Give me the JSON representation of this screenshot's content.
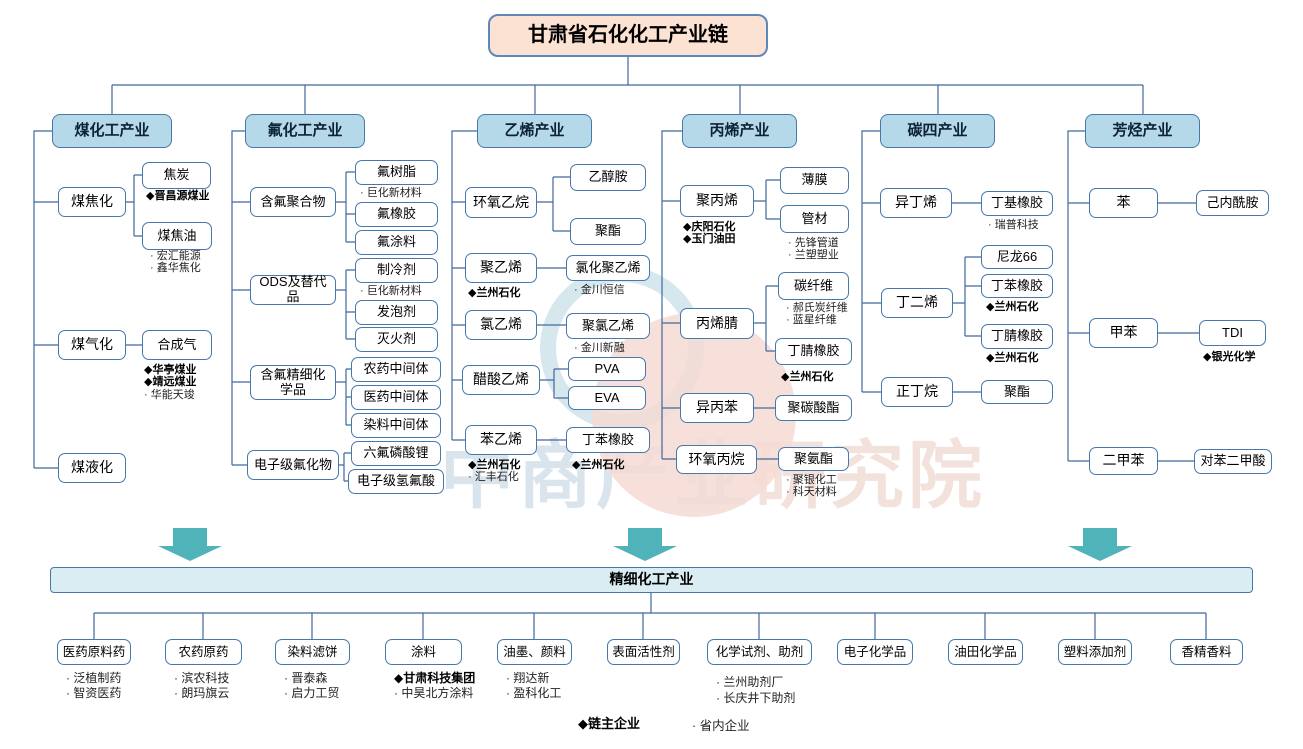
{
  "title": "甘肃省石化化工产业链",
  "band": "精细化工产业",
  "watermark": {
    "left": "中商产业",
    "right": "研究院"
  },
  "legend": {
    "chain_leader": "◆链主企业",
    "provincial": "· 省内企业"
  },
  "colors": {
    "accent_border": "#4678ac",
    "header_fill": "#b5d9e8",
    "title_fill": "#fbe2d3",
    "band_fill": "#d9edf2",
    "arrow_teal": "#4fb3b9",
    "line": "#41689e",
    "watermark_blue": "#c9dae5",
    "watermark_red": "#eed5cd"
  },
  "columns": {
    "coal": {
      "header": "煤化工产业",
      "coking": {
        "label": "煤焦化"
      },
      "coke": {
        "label": "焦炭",
        "companies": [
          "◆晋昌源煤业"
        ]
      },
      "coal_tar": {
        "label": "煤焦油",
        "companies": [
          "· 宏汇能源",
          "· 鑫华焦化"
        ]
      },
      "gasification": {
        "label": "煤气化"
      },
      "syngas": {
        "label": "合成气",
        "companies": [
          "◆华亭煤业",
          "◆靖远煤业",
          "· 华能天竣"
        ]
      },
      "liquefaction": {
        "label": "煤液化"
      }
    },
    "fluorine": {
      "header": "氟化工产业",
      "polymers": {
        "label": "含氟聚合物"
      },
      "resin": {
        "label": "氟树脂",
        "companies": [
          "· 巨化新材料"
        ]
      },
      "rubber": {
        "label": "氟橡胶"
      },
      "coating": {
        "label": "氟涂料"
      },
      "ods": {
        "label": "ODS及替代品"
      },
      "refrigerant": {
        "label": "制冷剂",
        "companies": [
          "· 巨化新材料"
        ]
      },
      "foaming": {
        "label": "发泡剂"
      },
      "extinguishing": {
        "label": "灭火剂"
      },
      "fine": {
        "label": "含氟精细化学品"
      },
      "pesticide_int": {
        "label": "农药中间体"
      },
      "pharma_int": {
        "label": "医药中间体"
      },
      "dye_int": {
        "label": "染料中间体"
      },
      "electronic": {
        "label": "电子级氟化物"
      },
      "lipf6": {
        "label": "六氟磷酸锂"
      },
      "hf": {
        "label": "电子级氢氟酸"
      }
    },
    "ethylene": {
      "header": "乙烯产业",
      "eo": {
        "label": "环氧乙烷"
      },
      "ethanolamine": {
        "label": "乙醇胺"
      },
      "polyester": {
        "label": "聚酯"
      },
      "pe": {
        "label": "聚乙烯",
        "companies": [
          "◆兰州石化"
        ]
      },
      "cpe": {
        "label": "氯化聚乙烯",
        "companies": [
          "· 金川恒信"
        ]
      },
      "vcm": {
        "label": "氯乙烯"
      },
      "pvc": {
        "label": "聚氯乙烯",
        "companies": [
          "· 金川新融"
        ]
      },
      "vam": {
        "label": "醋酸乙烯"
      },
      "pva": {
        "label": "PVA"
      },
      "eva": {
        "label": "EVA"
      },
      "styrene": {
        "label": "苯乙烯",
        "companies": [
          "◆兰州石化",
          "· 汇丰石化"
        ]
      },
      "sbr": {
        "label": "丁苯橡胶",
        "companies": [
          "◆兰州石化"
        ]
      }
    },
    "propylene": {
      "header": "丙烯产业",
      "pp": {
        "label": "聚丙烯",
        "companies": [
          "◆庆阳石化",
          "◆玉门油田"
        ]
      },
      "film": {
        "label": "薄膜"
      },
      "pipe": {
        "label": "管材",
        "companies": [
          "· 先锋管道",
          "· 兰塑塑业"
        ]
      },
      "acrylonitrile": {
        "label": "丙烯腈"
      },
      "carbon_fiber": {
        "label": "碳纤维",
        "companies": [
          "· 郝氏炭纤维",
          "· 蓝星纤维"
        ]
      },
      "nbr": {
        "label": "丁腈橡胶",
        "companies": [
          "◆兰州石化"
        ]
      },
      "cumene": {
        "label": "异丙苯"
      },
      "pc": {
        "label": "聚碳酸酯"
      },
      "po": {
        "label": "环氧丙烷"
      },
      "pu": {
        "label": "聚氨酯",
        "companies": [
          "· 聚银化工",
          "· 科天材料"
        ]
      }
    },
    "c4": {
      "header": "碳四产业",
      "isobutylene": {
        "label": "异丁烯"
      },
      "butyl_rubber": {
        "label": "丁基橡胶",
        "companies": [
          "· 瑞普科技"
        ]
      },
      "butadiene": {
        "label": "丁二烯"
      },
      "nylon66": {
        "label": "尼龙66"
      },
      "sbr": {
        "label": "丁苯橡胶",
        "companies": [
          "◆兰州石化"
        ]
      },
      "nbr": {
        "label": "丁腈橡胶",
        "companies": [
          "◆兰州石化"
        ]
      },
      "butane": {
        "label": "正丁烷"
      },
      "polyester": {
        "label": "聚酯"
      }
    },
    "aromatics": {
      "header": "芳烃产业",
      "benzene": {
        "label": "苯"
      },
      "caprolactam": {
        "label": "己内酰胺"
      },
      "toluene": {
        "label": "甲苯"
      },
      "tdi": {
        "label": "TDI",
        "companies": [
          "◆银光化学"
        ]
      },
      "xylene": {
        "label": "二甲苯"
      },
      "pta": {
        "label": "对苯二甲酸"
      }
    }
  },
  "bottom": {
    "api": {
      "label": "医药原料药",
      "companies": [
        "· 泛植制药",
        "· 智资医药"
      ]
    },
    "pesticide": {
      "label": "农药原药",
      "companies": [
        "· 滨农科技",
        "· 朗玛旗云"
      ]
    },
    "dye_cake": {
      "label": "染料滤饼",
      "companies": [
        "· 晋泰森",
        "· 启力工贸"
      ]
    },
    "coatings": {
      "label": "涂料",
      "companies": [
        "◆甘肃科技集团",
        "· 中昊北方涂料"
      ]
    },
    "ink_pigment": {
      "label": "油墨、颜料",
      "companies": [
        "· 翔达新",
        "· 盈科化工"
      ]
    },
    "surfactant": {
      "label": "表面活性剂"
    },
    "reagents": {
      "label": "化学试剂、助剂",
      "companies": [
        "· 兰州助剂厂",
        "· 长庆井下助剂"
      ]
    },
    "electronic_chem": {
      "label": "电子化学品"
    },
    "oilfield_chem": {
      "label": "油田化学品"
    },
    "plastic_additives": {
      "label": "塑料添加剂"
    },
    "fragrance": {
      "label": "香精香料"
    }
  }
}
